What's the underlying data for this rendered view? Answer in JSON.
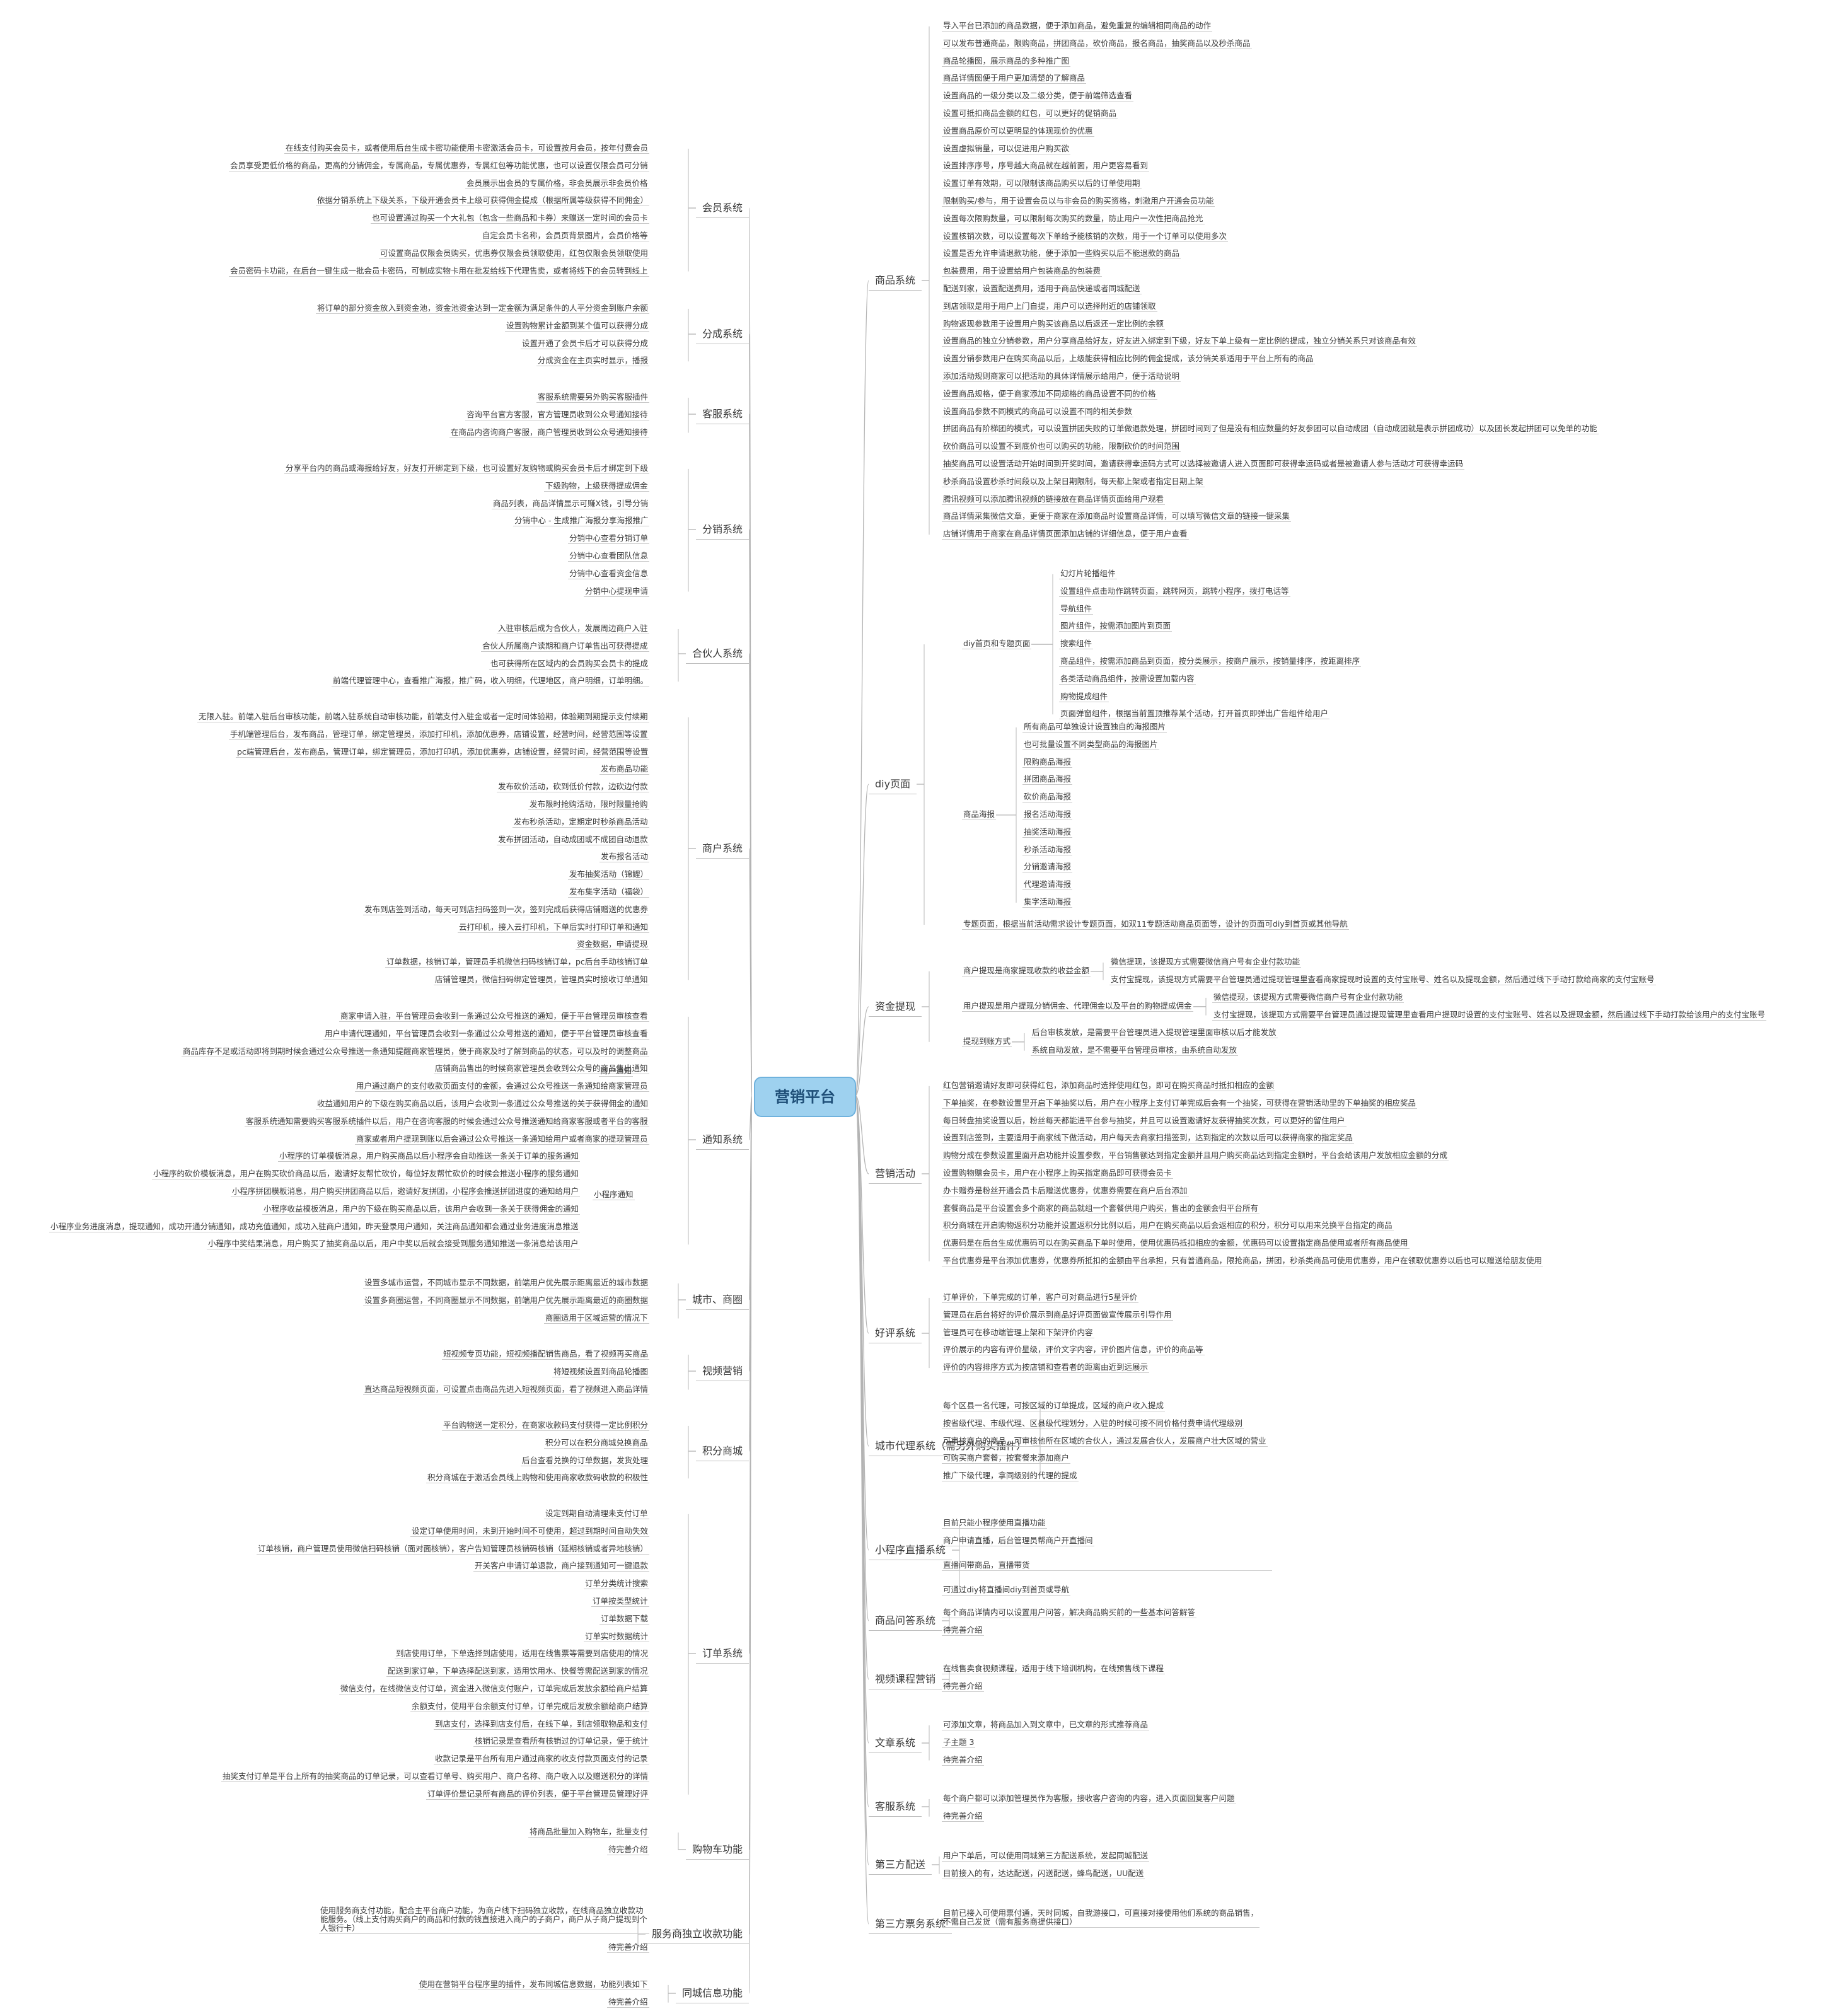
{
  "root": "营销平台",
  "left": [
    {
      "label": "会员系统",
      "items": [
        "在线支付购买会员卡，或者使用后台生成卡密功能使用卡密激活会员卡，可设置按月会员，按年付费会员",
        "会员享受更低价格的商品，更高的分销佣金，专属商品，专属优惠券，专属红包等功能优惠，也可以设置仅限会员可分销",
        "会员展示出会员的专属价格，非会员展示非会员价格",
        "依据分销系统上下级关系，下级开通会员卡上级可获得佣金提成（根据所属等级获得不同佣金）",
        "也可设置通过购买一个大礼包（包含一些商品和卡券）来赠送一定时间的会员卡",
        "自定会员卡名称，会员页背景图片，会员价格等",
        "可设置商品仅限会员购买，优惠券仅限会员领取使用，红包仅限会员领取使用",
        "会员密码卡功能，在后台一键生成一批会员卡密码，可制成实物卡用在批发给线下代理售卖，或者将线下的会员转到线上"
      ]
    },
    {
      "label": "分成系统",
      "items": [
        "将订单的部分资金放入到资金池，资金池资金达到一定金额为满足条件的人平分资金到账户余额",
        "设置购物累计金额到某个值可以获得分成",
        "设置开通了会员卡后才可以获得分成",
        "分成资金在主页实时显示，播报"
      ]
    },
    {
      "label": "客服系统",
      "items": [
        "客服系统需要另外购买客服插件",
        "咨询平台官方客服，官方管理员收到公众号通知接待",
        "在商品内咨询商户客服，商户管理员收到公众号通知接待"
      ]
    },
    {
      "label": "分销系统",
      "items": [
        "分享平台内的商品或海报给好友，好友打开绑定到下级，也可设置好友购物或购买会员卡后才绑定到下级",
        "下级购物，上级获得提成佣金",
        "商品列表，商品详情显示可赚X钱，引导分销",
        "分销中心 - 生成推广海报分享海报推广",
        "分销中心查看分销订单",
        "分销中心查看团队信息",
        "分销中心查看资金信息",
        "分销中心提现申请"
      ]
    },
    {
      "label": "合伙人系统",
      "items": [
        "入驻审核后成为合伙人，发展周边商户入驻",
        "合伙人所属商户读期和商户订单售出可获得提成",
        "也可获得所在区域内的会员购买会员卡的提成",
        "前端代理管理中心，查看推广海报，推广码，收入明细，代理地区，商户明细，订单明细。"
      ]
    },
    {
      "label": "商户系统",
      "items": [
        "无限入驻。前端入驻后台审核功能，前端入驻系统自动审核功能，前端支付入驻金或者一定时间体验期，体验期到期提示支付续期",
        "手机端管理后台，发布商品，管理订单，绑定管理员，添加打印机，添加优惠券，店铺设置，经营时间，经营范围等设置",
        "pc端管理后台，发布商品，管理订单，绑定管理员，添加打印机，添加优惠券，店铺设置，经营时间，经营范围等设置",
        "发布商品功能",
        "发布砍价活动，砍到低价付款，边砍边付款",
        "发布限时抢购活动，限时限量抢购",
        "发布秒杀活动，定期定时秒杀商品活动",
        "发布拼团活动，自动成团或不成团自动退款",
        "发布报名活动",
        "发布抽奖活动（锦鲤）",
        "发布集字活动（福袋）",
        "发布到店签到活动，每天可到店扫码签到一次，签到完成后获得店铺赠送的优惠券",
        "云打印机，接入云打印机，下单后实时打印订单和通知",
        "资金数据，申请提现",
        "订单数据，核销订单，管理员手机微信扫码核销订单，pc后台手动核销订单",
        "店铺管理员，微信扫码绑定管理员，管理员实时接收订单通知"
      ]
    },
    {
      "label": "通知系统",
      "items": [
        "商家申请入驻，平台管理员会收到一条通过公众号推送的通知，便于平台管理员审核查看",
        "用户申请代理通知，平台管理员会收到一条通过公众号推送的通知，便于平台管理员审核查看",
        "商品库存不足或活动即将到期时候会通过公众号推送一条通知提醒商家管理员，便于商家及时了解到商品的状态，可以及时的调整商品",
        "店铺商品售出的时候商家管理员会收到公众号的商品售出通知",
        "用户通过商户的支付收款页面支付的金额，会通过公众号推送一条通知给商家管理员",
        "收益通知用户的下级在购买商品以后，该用户会收到一条通过公众号推送的关于获得佣金的通知",
        "客服系统通知需要购买客服系统插件以后，用户在咨询客服的时候会通过公众号推送通知给商家客服或者平台的客服",
        "商家或者用户提现到账以后会通过公众号推送一条通知给用户或者商家的提现管理员",
        "小程序的订单模板消息，用户购买商品以后小程序会自动推送一条关于订单的服务通知",
        "小程序的砍价模板消息，用户在购买砍价商品以后，邀请好友帮忙砍价，每位好友帮忙砍价的时候会推送小程序的服务通知",
        "小程序拼团模板消息，用户购买拼团商品以后，邀请好友拼团，小程序会推送拼团进度的通知给用户",
        "小程序收益模板消息，用户的下级在购买商品以后，该用户会收到一条关于获得佣金的通知",
        "小程序业务进度消息，提现通知，成功开通分销通知，成功充值通知，成功入驻商户通知，昨天登录用户通知，关注商品通知都会通过业务进度消息推送",
        "小程序中奖结果消息，用户购买了抽奖商品以后，用户中奖以后就会接受到服务通知推送一条消息给该用户"
      ]
    },
    {
      "label": "城市、商圈",
      "items": [
        "设置多城市运营，不同城市显示不同数据，前端用户优先展示距离最近的城市数据",
        "设置多商圈运营，不同商圈显示不同数据，前端用户优先展示距离最近的商圈数据",
        "商圈适用于区域运营的情况下"
      ]
    },
    {
      "label": "视频营销",
      "items": [
        "短视频专页功能，短视频播配销售商品，看了视频再买商品",
        "将短视频设置到商品轮播图",
        "直达商品短视频页面，可设置点击商品先进入短视频页面，看了视频进入商品详情"
      ]
    },
    {
      "label": "积分商城",
      "items": [
        "平台购物送一定积分，在商家收款码支付获得一定比例积分",
        "积分可以在积分商城兑换商品",
        "后台查看兑换的订单数据，发货处理",
        "积分商城在于激活会员线上购物和使用商家收款码收款的积极性"
      ]
    },
    {
      "label": "订单系统",
      "items": [
        "设定到期自动清理未支付订单",
        "设定订单使用时间，未到开始时间不可使用，超过到期时间自动失效",
        "订单核销，商户管理员使用微信扫码核销（面对面核销），客户告知管理员核销码核销（延期核销或者异地核销）",
        "开关客户申请订单退款，商户接到通知可一键退款",
        "订单分类统计搜索",
        "订单按类型统计",
        "订单数据下载",
        "订单实时数据统计",
        "到店使用订单，下单选择到店使用，适用在线售票等需要到店使用的情况",
        "配送到家订单，下单选择配送到家，适用饮用水、快餐等需配送到家的情况",
        "微信支付，在线微信支付订单，资金进入微信支付账户，订单完成后发放余额给商户结算",
        "余额支付，使用平台余额支付订单，订单完成后发放余额给商户结算",
        "到店支付，选择到店支付后，在线下单，到店领取物品和支付",
        "核销记录是查看所有核销过的订单记录，便于统计",
        "收款记录是平台所有用户通过商家的收支付款页面支付的记录",
        "抽奖支付订单是平台上所有的抽奖商品的订单记录，可以查看订单号、购买用户、商户名称、商户收入以及赠送积分的详情",
        "订单评价是记录所有商品的评价列表，便于平台管理员管理好评"
      ]
    },
    {
      "label": "购物车功能",
      "items": [
        "将商品批量加入购物车，批量支付",
        "待完善介绍"
      ]
    },
    {
      "label": "服务商独立收款功能",
      "items": [
        "使用服务商支付功能，配合主平台商户功能，为商户线下扫码独立收款，在线商品独立收款功能服务。（线上支付购买商户的商品和付款的钱直接进入商户的子商户，商户从子商户提现到个人银行卡）",
        "待完善介绍"
      ]
    },
    {
      "label": "同城信息功能",
      "items": [
        "使用在营销平台程序里的插件，发布同城信息数据，功能列表如下",
        "待完善介绍"
      ]
    }
  ],
  "right": [
    {
      "label": "商品系统",
      "items": [
        "导入平台已添加的商品数据，便于添加商品，避免重复的编辑相同商品的动作",
        "可以发布普通商品，限购商品，拼团商品，砍价商品，报名商品，抽奖商品以及秒杀商品",
        "商品轮播图，展示商品的多种推广图",
        "商品详情图便于用户更加清楚的了解商品",
        "设置商品的一级分类以及二级分类，便于前端筛选查看",
        "设置可抵扣商品金额的红包，可以更好的促销商品",
        "设置商品原价可以更明显的体现现价的优惠",
        "设置虚拟销量，可以促进用户购买欲",
        "设置排序序号，序号越大商品就在越前面，用户更容易看到",
        "设置订单有效期，可以限制该商品购买以后的订单使用期",
        "限制购买/参与，用于设置会员以与非会员的购买资格，刺激用户开通会员功能",
        "设置每次限购数量，可以限制每次购买的数量，防止用户一次性把商品抢光",
        "设置核销次数，可以设置每次下单给予能核销的次数，用于一个订单可以使用多次",
        "设置是否允许申请退款功能，便于添加一些购买以后不能退款的商品",
        "包装费用，用于设置给用户包装商品的包装费",
        "配送到家，设置配送费用，适用于商品快递或者同城配送",
        "到店领取是用于用户上门自提，用户可以选择附近的店铺领取",
        "购物返现参数用于设置用户购买该商品以后返还一定比例的余额",
        "设置商品的独立分销参数，用户分享商品给好友，好友进入绑定到下级，好友下单上级有一定比例的提成，独立分销关系只对该商品有效",
        "设置分销参数用户在购买商品以后，上级能获得相应比例的佣金提成，该分销关系适用于平台上所有的商品",
        "添加活动规则商家可以把活动的具体详情展示给用户，便于活动说明",
        "设置商品规格，便于商家添加不同规格的商品设置不同的价格",
        "设置商品参数不同模式的商品可以设置不同的相关参数",
        "拼团商品有阶梯团的模式，可以设置拼团失败的订单做退款处理，拼团时间到了但是没有相应数量的好友参团可以自动成团（自动成团就是表示拼团成功）以及团长发起拼团可以免单的功能",
        "砍价商品可以设置不到底价也可以购买的功能，限制砍价的时间范围",
        "抽奖商品可以设置活动开始时间到开奖时间，邀请获得幸运码方式可以选择被邀请人进入页面即可获得幸运码或者是被邀请人参与活动才可获得幸运码",
        "秒杀商品设置秒杀时间段以及上架日期限制，每天都上架或者指定日期上架",
        "腾讯视频可以添加腾讯视频的链接放在商品详情页面给用户观看",
        "商品详情采集微信文章，更便于商家在添加商品时设置商品详情，可以填写微信文章的链接一键采集",
        "店铺详情用于商家在商品详情页面添加店铺的详细信息，便于用户查看"
      ]
    },
    {
      "label": "diy页面",
      "subs": [
        {
          "label": "diy首页和专题页面",
          "items": [
            "幻灯片轮播组件",
            "设置组件点击动作跳转页面，跳转网页，跳转小程序，拨打电话等",
            "导航组件",
            "图片组件，按需添加图片到页面",
            "搜索组件",
            "商品组件，按需添加商品到页面，按分类展示，按商户展示，按销量排序，按距离排序",
            "各类活动商品组件，按需设置加载内容",
            "购物提成组件",
            "页面弹窗组件，根据当前置顶推荐某个活动，打开首页即弹出广告组件给用户"
          ]
        },
        {
          "label": "商品海报",
          "items": [
            "所有商品可单独设计设置独自的海报图片",
            "也可批量设置不同类型商品的海报图片",
            "限购商品海报",
            "拼团商品海报",
            "砍价商品海报",
            "报名活动海报",
            "抽奖活动海报",
            "秒杀活动海报",
            "分销邀请海报",
            "代理邀请海报",
            "集字活动海报"
          ]
        },
        {
          "label": "专题页面，根据当前活动需求设计专题页面，如双11专题活动商品页面等，设计的页面可diy到首页或其他导航",
          "items": []
        }
      ]
    },
    {
      "label": "资金提现",
      "subs": [
        {
          "label": "商户提现是商家提现收款的收益金额",
          "items": [
            "微信提现，该提现方式需要微信商户号有企业付款功能",
            "支付宝提现，该提现方式需要平台管理员通过提现管理里查看商家提现时设置的支付宝账号、姓名以及提现金额，然后通过线下手动打款给商家的支付宝账号"
          ]
        },
        {
          "label": "用户提现是用户提现分销佣金、代理佣金以及平台的购物提成佣金",
          "items": [
            "微信提现，该提现方式需要微信商户号有企业付款功能",
            "支付宝提现，该提现方式需要平台管理员通过提现管理里查看用户提现时设置的支付宝账号、姓名以及提现金额，然后通过线下手动打款给该用户的支付宝账号"
          ]
        },
        {
          "label": "提现到账方式",
          "items": [
            "后台审核发放，是需要平台管理员进入提现管理里面审核以后才能发放",
            "系统自动发放，是不需要平台管理员审核，由系统自动发放"
          ]
        }
      ]
    },
    {
      "label": "营销活动",
      "items": [
        "红包营销邀请好友即可获得红包，添加商品时选择使用红包，即可在购买商品时抵扣相应的金额",
        "下单抽奖，在参数设置里开启下单抽奖以后，用户在小程序上支付订单完成后会有一个抽奖，可获得在营销活动里的下单抽奖的相应奖品",
        "每日转盘抽奖设置以后，粉丝每天都能进平台参与抽奖，并且可以设置邀请好友获得抽奖次数，可以更好的留住用户",
        "设置到店签到，主要适用于商家线下做活动，用户每天去商家扫描签到，达到指定的次数以后可以获得商家的指定奖品",
        "购物分成在参数设置里面开启功能并设置参数，平台销售额达到指定金额并且用户购买商品达到指定金额时，平台会给该用户发放相应金额的分成",
        "设置购物赠会员卡，用户在小程序上购买指定商品即可获得会员卡",
        "办卡赠券是粉丝开通会员卡后赠送优惠券，优惠券需要在商户后台添加",
        "套餐商品是平台设置会多个商家的商品就组一个套餐供用户购买，售出的金额会归平台所有",
        "积分商城在开启购物返积分功能并设置返积分比例以后，用户在购买商品以后会返相应的积分，积分可以用来兑换平台指定的商品",
        "优惠码是在后台生成优惠码可以在购买商品下单时使用，使用优惠码抵扣相应的金额，优惠码可以设置指定商品使用或者所有商品使用",
        "平台优惠券是平台添加优惠券，优惠券所抵扣的金额由平台承担，只有普通商品，限抢商品，拼团，秒杀类商品可使用优惠券，用户在领取优惠券以后也可以赠送给朋友使用"
      ]
    },
    {
      "label": "好评系统",
      "items": [
        "订单评价，下单完成的订单，客户可对商品进行5星评价",
        "管理员在后台将好的评价展示到商品好评页面做宣传展示引导作用",
        "管理员可在移动端管理上架和下架评价内容",
        "评价展示的内容有评价星级，评价文字内容，评价图片信息，评价的商品等",
        "评价的内容排序方式为按店铺和查看者的距离由近到远展示"
      ]
    },
    {
      "label": "城市代理系统（需另外购买插件）",
      "items": [
        "每个区县一名代理，可按区域的订单提成，区域的商户收入提成",
        "按省级代理、市级代理、区县级代理划分，入驻的时候可按不同价格付费申请代理级别",
        "可审核商户的商品，可审核他所在区域的合伙人，通过发展合伙人，发展商户壮大区域的营业",
        "可购买商户套餐，按套餐来添加商户",
        "推广下级代理，拿同级别的代理的提成"
      ]
    },
    {
      "label": "小程序直播系统",
      "items": [
        "目前只能小程序使用直播功能",
        "商户申请直播，后台管理员帮商户开直播间",
        "直播间带商品，直播带货",
        "可通过diy将直播间diy到首页或导航"
      ]
    },
    {
      "label": "商品问答系统",
      "items": [
        "每个商品详情内可以设置用户问答，解决商品购买前的一些基本问答解答",
        "待完善介绍"
      ]
    },
    {
      "label": "视频课程营销",
      "items": [
        "在线售卖食视频课程，适用于线下培训机构，在线预售线下课程",
        "待完善介绍"
      ]
    },
    {
      "label": "文章系统",
      "items": [
        "可添加文章，将商品加入到文章中，已文章的形式推荐商品",
        "子主题 3",
        "待完善介绍"
      ]
    },
    {
      "label": "客服系统",
      "items": [
        "每个商户都可以添加管理员作为客服，接收客户咨询的内容，进入页面回复客户问题",
        "待完善介绍"
      ]
    },
    {
      "label": "第三方配送",
      "items": [
        "用户下单后，可以使用同城第三方配送系统，发起同城配送",
        "目前接入的有，达达配送，闪送配送，蜂鸟配送，UU配送"
      ]
    },
    {
      "label": "第三方票务系统",
      "items": [
        "目前已接入可使用票付通，天时同城，自我游接口，可直接对接使用他们系统的商品销售，不需自己发货（需有服务商提供接口）"
      ]
    }
  ]
}
